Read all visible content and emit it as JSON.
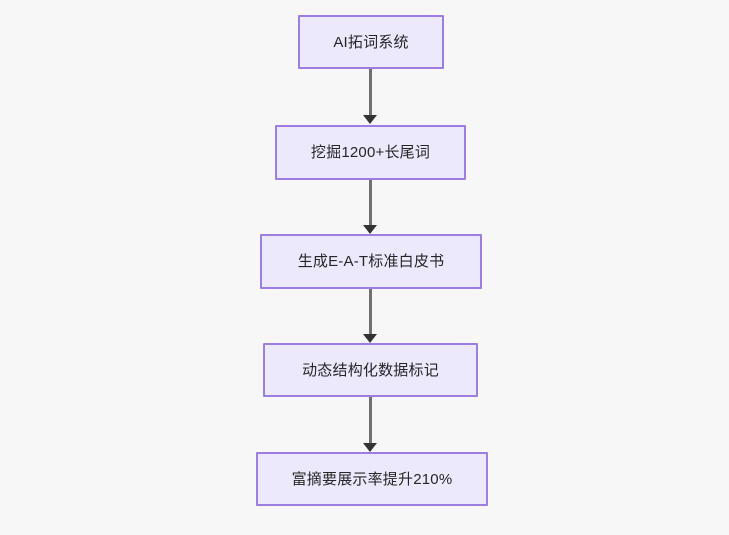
{
  "diagram": {
    "type": "flowchart",
    "direction": "top-to-bottom",
    "background_color": "#f7f7f8",
    "node_fill_color": "#ece9fc",
    "node_border_color": "#9b7ede",
    "node_text_color": "#262626",
    "edge_color": "#707070",
    "arrowhead_color": "#333333",
    "nodes": [
      {
        "id": "n0",
        "label": "AI拓词系统"
      },
      {
        "id": "n1",
        "label": "挖掘1200+长尾词"
      },
      {
        "id": "n2",
        "label": "生成E-A-T标准白皮书"
      },
      {
        "id": "n3",
        "label": "动态结构化数据标记"
      },
      {
        "id": "n4",
        "label": "富摘要展示率提升210%"
      }
    ],
    "edges": [
      {
        "from": "n0",
        "to": "n1",
        "label": ""
      },
      {
        "from": "n1",
        "to": "n2",
        "label": ""
      },
      {
        "from": "n2",
        "to": "n3",
        "label": ""
      },
      {
        "from": "n3",
        "to": "n4",
        "label": ""
      }
    ]
  }
}
